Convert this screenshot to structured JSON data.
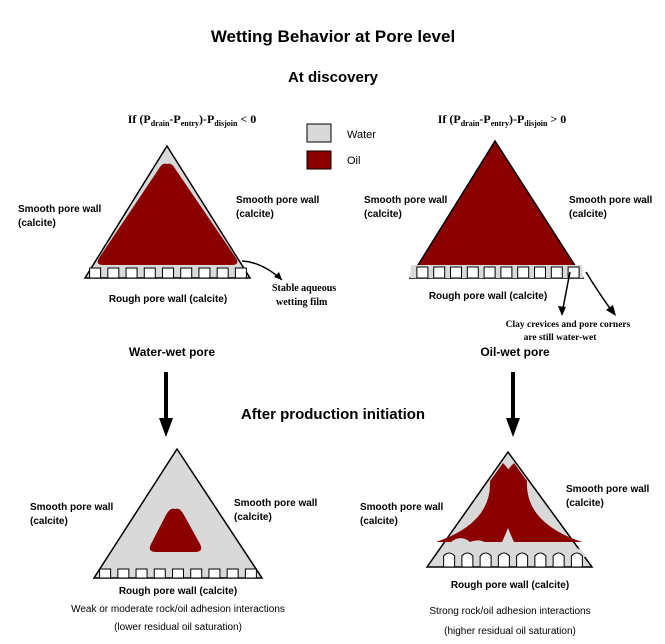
{
  "title": "Wetting Behavior at Pore level",
  "section_discovery": "At discovery",
  "section_production": "After production initiation",
  "legend": {
    "items": [
      {
        "label": "Water",
        "color": "#d9d9d9"
      },
      {
        "label": "Oil",
        "color": "#8b0000"
      }
    ]
  },
  "colors": {
    "oil": "#8b0000",
    "water": "#d9d9d9",
    "outline": "#000000"
  },
  "left_top": {
    "condition_prefix": "If (P",
    "condition_sub1": "drain",
    "condition_mid1": "-P",
    "condition_sub2": "entry",
    "condition_mid2": ")-P",
    "condition_sub3": "disjoin",
    "condition_suffix": " < 0",
    "left_wall": [
      "Smooth pore wall",
      "(calcite)"
    ],
    "right_wall": [
      "Smooth pore wall",
      "(calcite)"
    ],
    "bottom_wall": "Rough pore wall (calcite)",
    "film_note": [
      "Stable aqueous",
      "wetting film"
    ],
    "caption": "Water-wet pore"
  },
  "right_top": {
    "condition_prefix": "If (P",
    "condition_sub1": "drain",
    "condition_mid1": "-P",
    "condition_sub2": "entry",
    "condition_mid2": ")-P",
    "condition_sub3": "disjoin",
    "condition_suffix": " > 0",
    "left_wall": [
      "Smooth pore wall",
      "(calcite)"
    ],
    "right_wall": [
      "Smooth pore wall",
      "(calcite)"
    ],
    "bottom_wall": "Rough pore wall (calcite)",
    "crevice_note": [
      "Clay crevices and pore corners",
      "are still water-wet"
    ],
    "caption": "Oil-wet pore"
  },
  "left_bottom": {
    "left_wall": [
      "Smooth pore wall",
      "(calcite)"
    ],
    "right_wall": [
      "Smooth pore wall",
      "(calcite)"
    ],
    "bottom_wall": "Rough pore wall (calcite)",
    "caption": [
      "Weak or moderate rock/oil adhesion interactions",
      "(lower residual oil saturation)"
    ]
  },
  "right_bottom": {
    "left_wall": [
      "Smooth pore wall",
      "(calcite)"
    ],
    "right_wall": [
      "Smooth pore wall",
      "(calcite)"
    ],
    "bottom_wall": "Rough pore wall (calcite)",
    "caption": [
      "Strong rock/oil adhesion interactions",
      "(higher residual oil saturation)"
    ]
  }
}
